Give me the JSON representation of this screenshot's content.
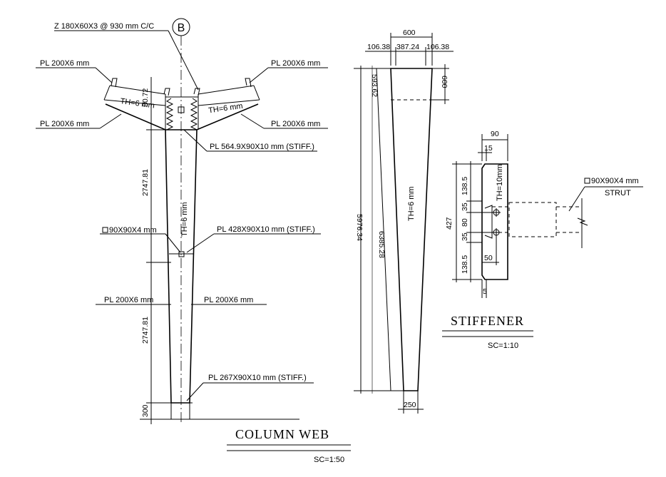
{
  "column_web": {
    "grid_bubble": "B",
    "labels": {
      "purlin": "Z 180X60X3 @ 930 mm C/C",
      "pl_top_left": "PL 200X6 mm",
      "pl_top_right": "PL 200X6 mm",
      "pl_bot_left": "PL 200X6 mm",
      "pl_bot_right": "PL 200X6 mm",
      "stiff_top": "PL 564.9X90X10 mm (STIFF.)",
      "strut_mid": "90X90X4 mm",
      "stiff_mid": "PL 428X90X10 mm (STIFF.)",
      "flange_left": "PL 200X6 mm",
      "flange_right": "PL 200X6 mm",
      "stiff_base": "PL 267X90X10 mm (STIFF.)",
      "th_left": "TH=6 mm",
      "th_right": "TH=6 mm",
      "th_web": "TH=6 mm"
    },
    "dims": {
      "haunch": "80.72",
      "upper": "2747.81",
      "lower": "2747.81",
      "base": "300"
    },
    "title": "COLUMN  WEB",
    "scale": "SC=1:50"
  },
  "web_plate": {
    "dims": {
      "width": "600",
      "left": "106.38",
      "mid": "387.24",
      "right": "106.38",
      "top_h": "600",
      "top_len": "593.62",
      "total": "5976.34",
      "inner": "6385.28",
      "base_w": "250"
    },
    "th": "TH=6 mm"
  },
  "stiffener": {
    "dims": {
      "width": "90",
      "edge": "15",
      "h1": "138.5",
      "h2": "35",
      "h3": "80",
      "h4": "35",
      "h5": "138.5",
      "total": "427",
      "bolt_x": "50",
      "bottom": "5"
    },
    "th": "TH=10mm",
    "strut_label": "90X90X4 mm",
    "strut_word": "STRUT",
    "title": "STIFFENER",
    "scale": "SC=1:10"
  }
}
